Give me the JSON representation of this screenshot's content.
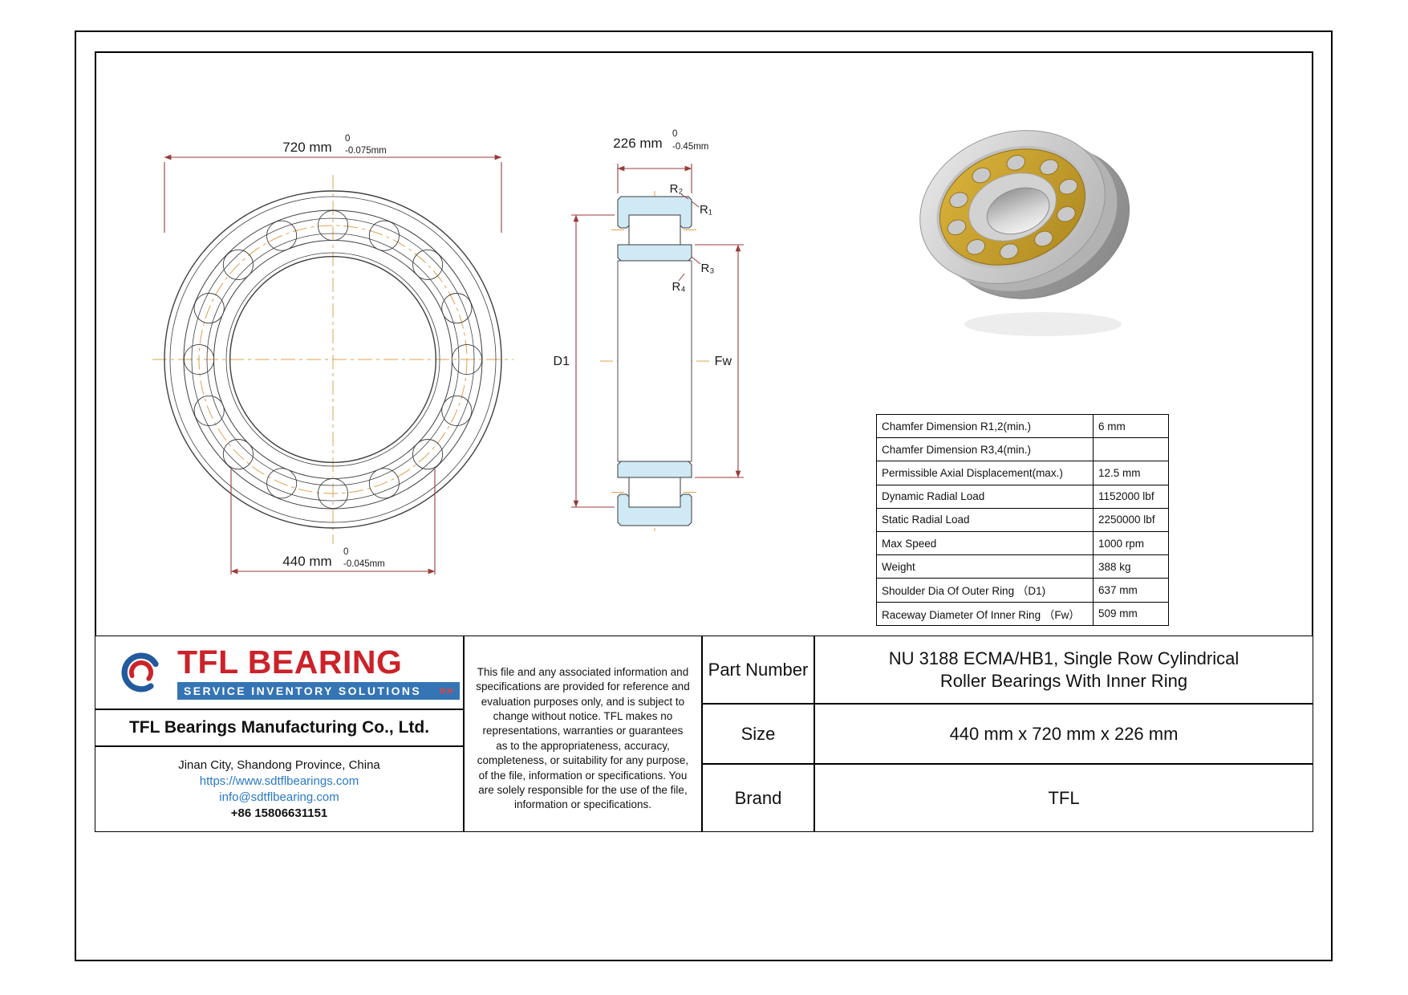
{
  "colors": {
    "logo_red": "#cc2229",
    "banner_blue": "#3575b5",
    "link_blue": "#2878c8",
    "dimension_line": "#9a3b3b",
    "centerline_orange": "#e0a050",
    "section_fill": "#cfe9f5"
  },
  "drawing": {
    "front_view": {
      "outer_dim": "720 mm",
      "outer_tol_upper": "0",
      "outer_tol_lower": "-0.075mm",
      "bore_dim": "440 mm",
      "bore_tol_upper": "0",
      "bore_tol_lower": "-0.045mm"
    },
    "section_view": {
      "width_dim": "226 mm",
      "width_tol_upper": "0",
      "width_tol_lower": "-0.45mm",
      "label_r1": "R₁",
      "label_r2": "R₂",
      "label_r3": "R₃",
      "label_r4": "R₄",
      "label_d1": "D1",
      "label_fw": "Fw"
    }
  },
  "spec_table": {
    "rows": [
      {
        "label": "Chamfer Dimension R1,2(min.)",
        "value": "6 mm"
      },
      {
        "label": "Chamfer Dimension R3,4(min.)",
        "value": ""
      },
      {
        "label": "Permissible Axial Displacement(max.)",
        "value": "12.5 mm"
      },
      {
        "label": "Dynamic Radial Load",
        "value": "1152000 lbf"
      },
      {
        "label": "Static Radial Load",
        "value": "2250000 lbf"
      },
      {
        "label": "Max Speed",
        "value": "1000 rpm"
      },
      {
        "label": "Weight",
        "value": "388 kg"
      },
      {
        "label": "Shoulder Dia Of Outer Ring （D1)",
        "value": "637 mm"
      },
      {
        "label": "Raceway Diameter Of Inner Ring （Fw）",
        "value": "509 mm"
      }
    ]
  },
  "title_block": {
    "logo_text": "TFL BEARING",
    "logo_banner": "SERVICE INVENTORY SOLUTIONS",
    "logo_chevrons": "»»",
    "company": "TFL Bearings Manufacturing Co., Ltd.",
    "address": "Jinan City, Shandong Province, China",
    "website": "https://www.sdtflbearings.com",
    "email": "info@sdtflbearing.com",
    "phone": "+86 15806631151",
    "disclaimer": "This file and any associated information and specifications are provided for reference and evaluation purposes only, and is subject to change without notice. TFL makes no representations, warranties or guarantees as to the appropriateness, accuracy, completeness, or suitability for any purpose, of the file, information or specifications.  You are solely responsible for the use of the file, information or specifications.",
    "part_number_label": "Part Number",
    "part_number": "NU 3188 ECMA/HB1, Single Row Cylindrical Roller Bearings With Inner Ring",
    "size_label": "Size",
    "size": "440 mm x 720 mm x 226 mm",
    "brand_label": "Brand",
    "brand": "TFL"
  }
}
